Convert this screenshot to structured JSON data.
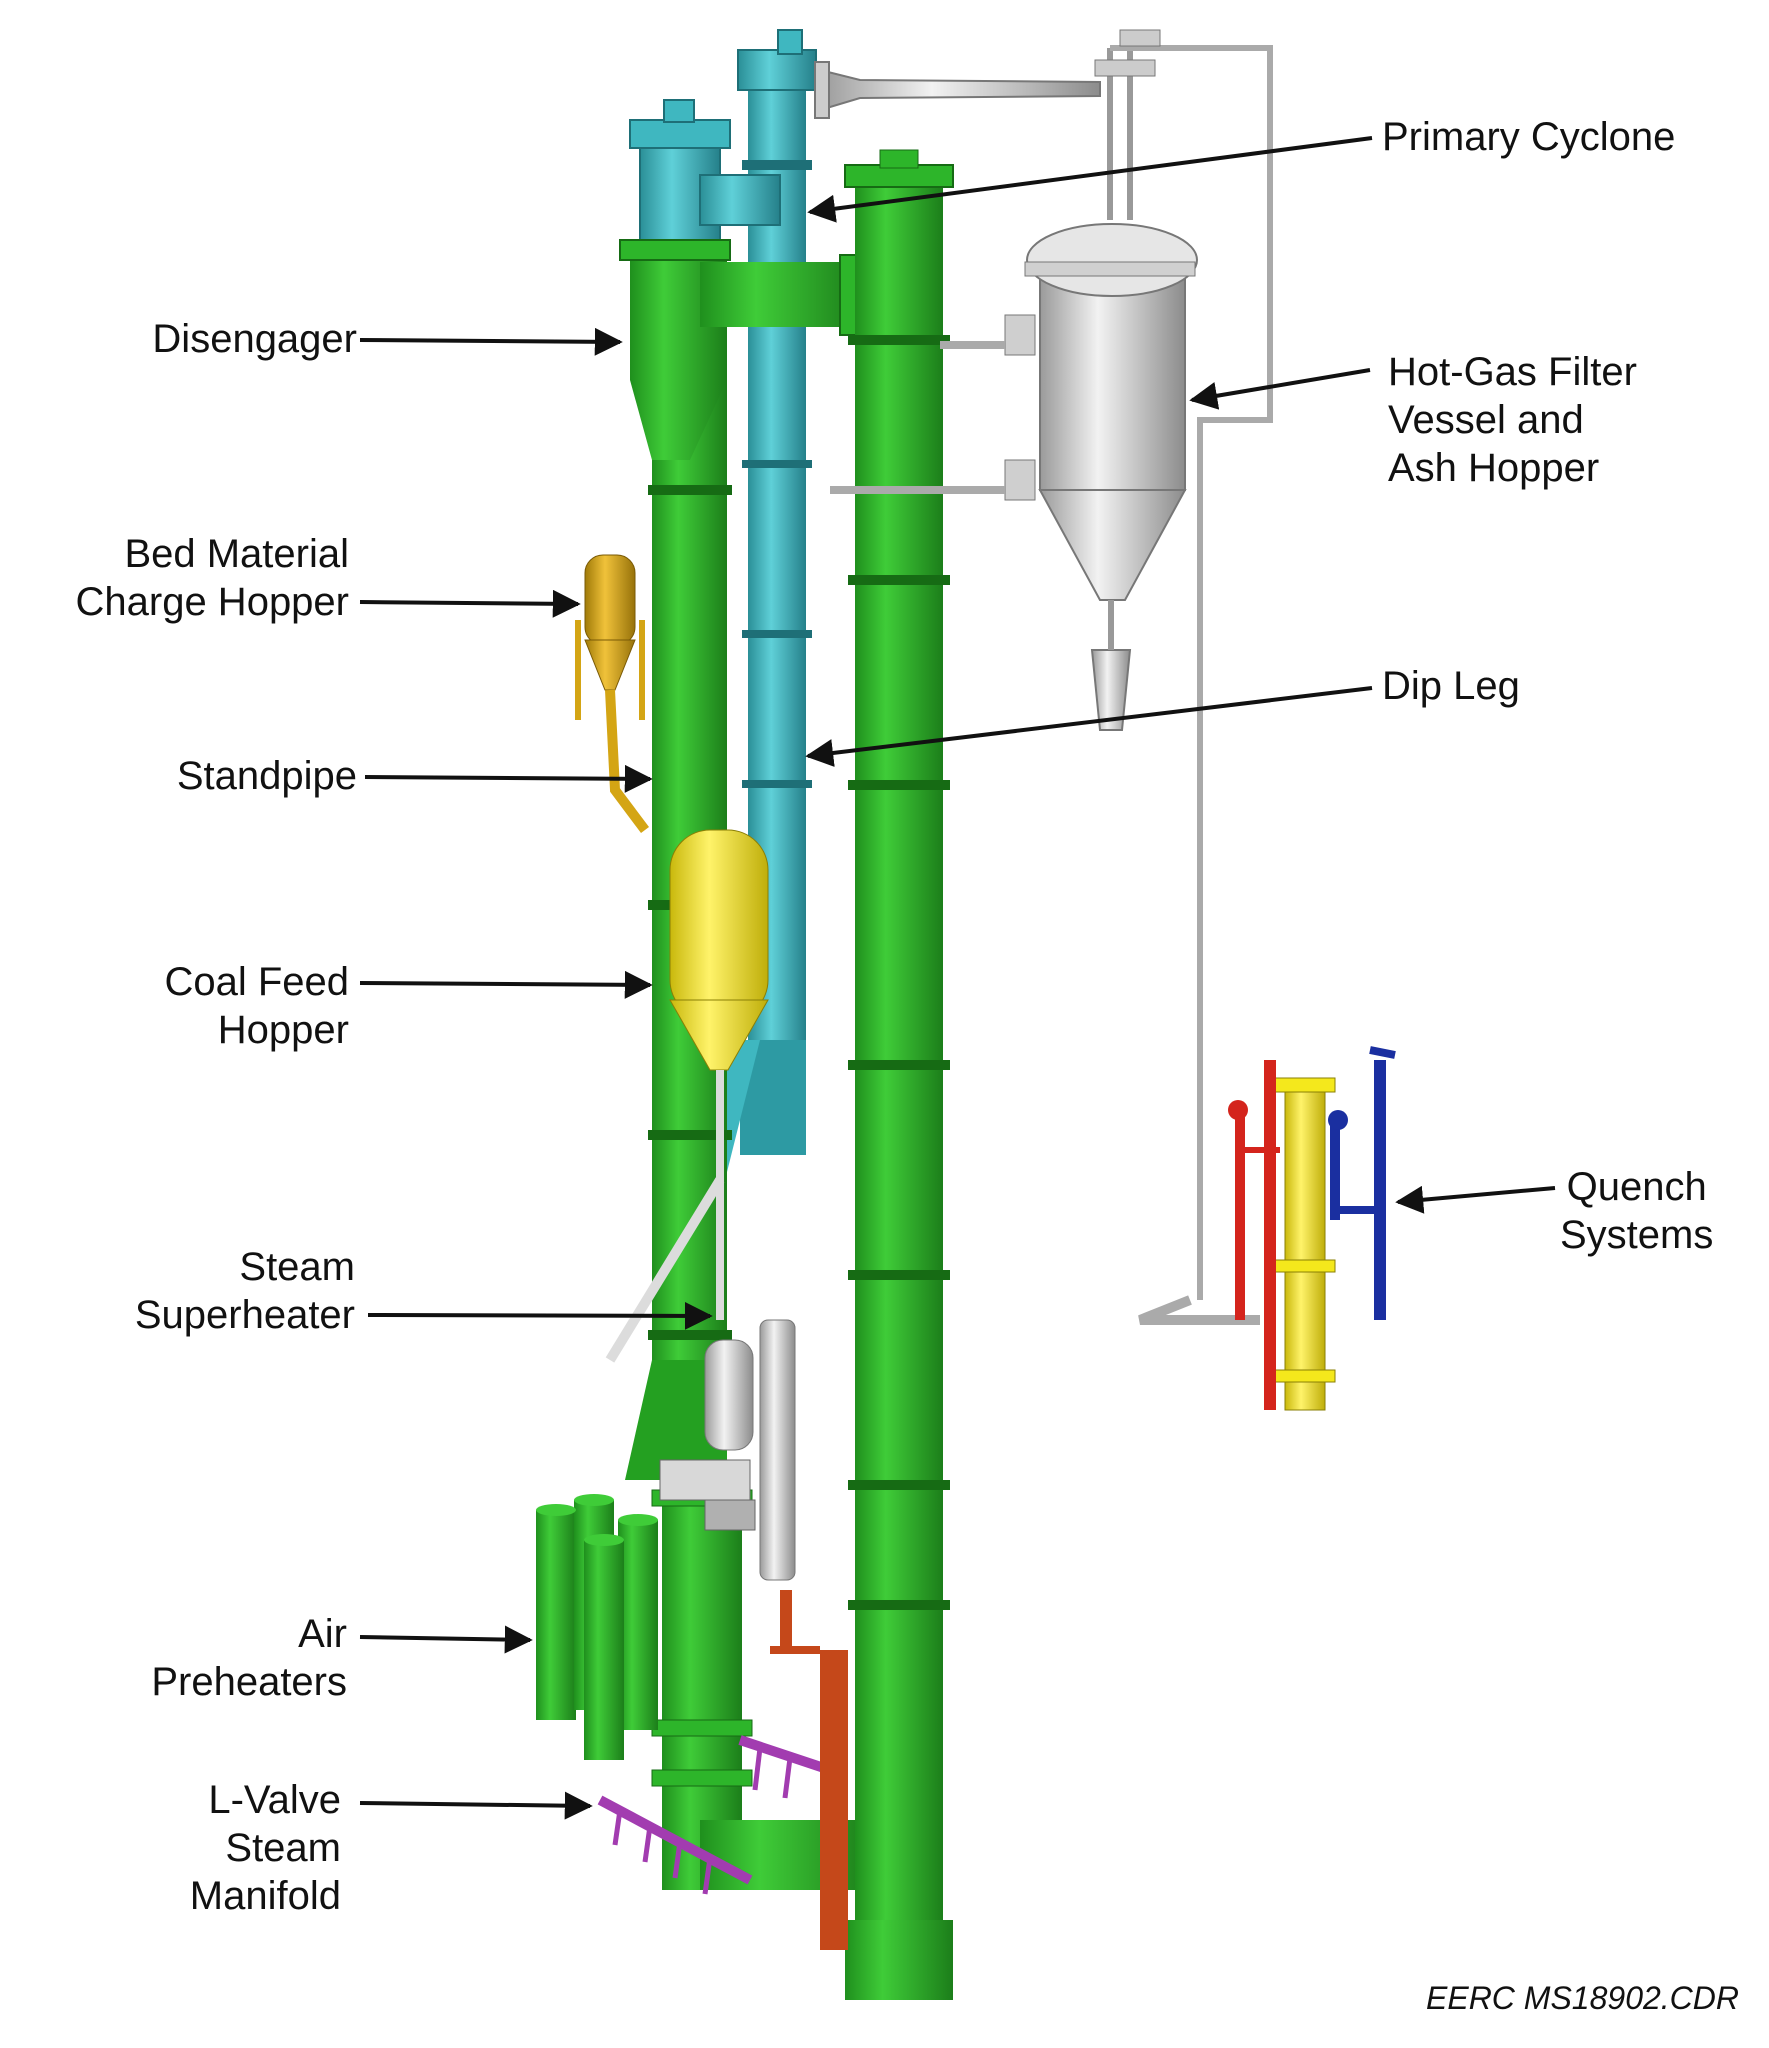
{
  "labels": {
    "disengager": [
      "Disengager"
    ],
    "bed_material_charge_hopper": [
      "Bed Material",
      "Charge Hopper"
    ],
    "standpipe": [
      "Standpipe"
    ],
    "coal_feed_hopper": [
      "Coal Feed",
      "Hopper"
    ],
    "steam_superheater": [
      "Steam",
      "Superheater"
    ],
    "air_preheaters": [
      "Air",
      "Preheaters"
    ],
    "l_valve_steam_manifold": [
      "L-Valve",
      "Steam",
      "Manifold"
    ],
    "primary_cyclone": [
      "Primary Cyclone"
    ],
    "hot_gas_filter": [
      "Hot-Gas Filter",
      "Vessel and",
      "Ash Hopper"
    ],
    "dip_leg": [
      "Dip Leg"
    ],
    "quench_systems": [
      "Quench",
      "Systems"
    ]
  },
  "footer": {
    "code": "EERC MS18902.CDR"
  },
  "colors": {
    "reactor_green": "#2db52a",
    "cyclone_teal": "#3fb7c0",
    "coal_hopper_yellow": "#f4e81c",
    "bed_hopper_gold": "#d4a514",
    "filter_silver": "#d8d8d8",
    "quench_red": "#d4241c",
    "quench_blue": "#1a2fa0",
    "manifold_purple": "#a23cb0",
    "rust": "#c5481a"
  }
}
